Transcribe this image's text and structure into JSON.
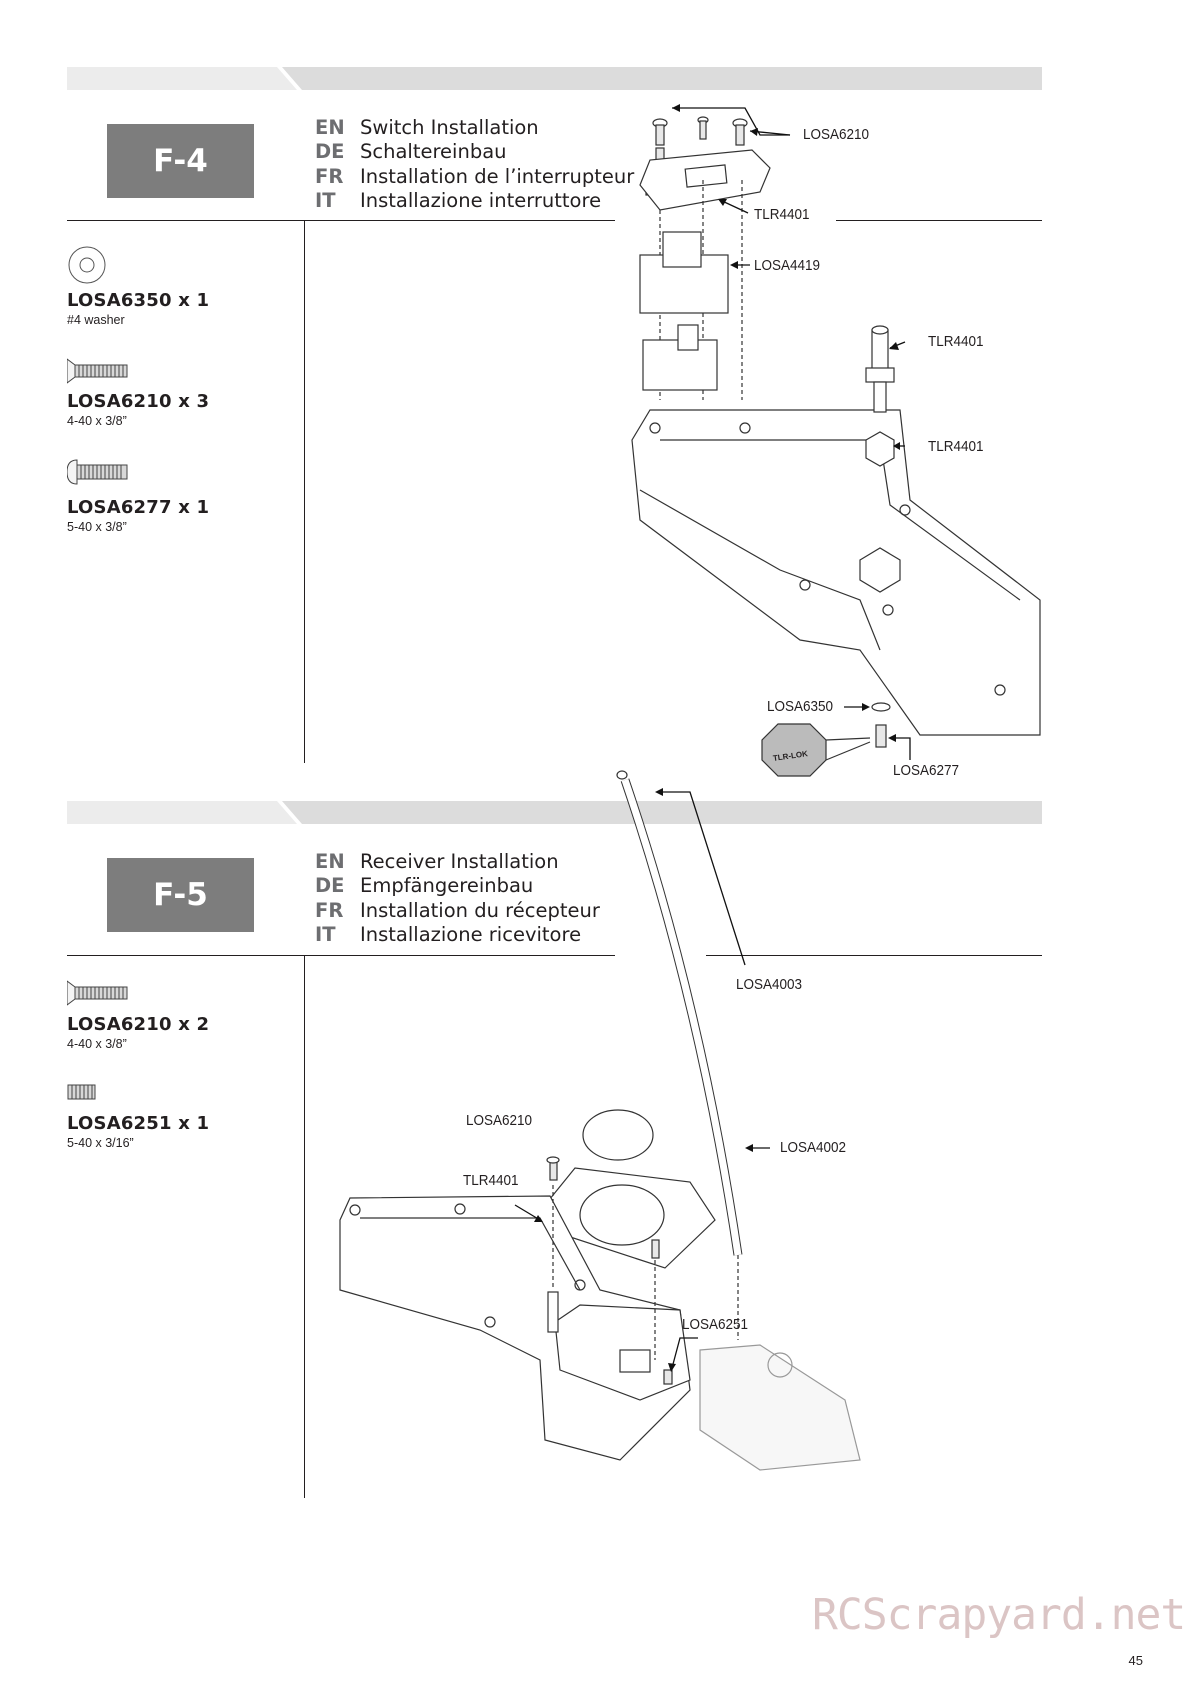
{
  "sections": [
    {
      "step": "F-4",
      "titles": [
        {
          "lang": "EN",
          "text": "Switch Installation"
        },
        {
          "lang": "DE",
          "text": "Schaltereinbau"
        },
        {
          "lang": "FR",
          "text": "Installation de l’interrupteur"
        },
        {
          "lang": "IT",
          "text": "Installazione interruttore"
        }
      ],
      "parts": [
        {
          "name": "LOSA6350 x 1",
          "desc": "#4 washer",
          "icon": "washer-icon"
        },
        {
          "name": "LOSA6210 x 3",
          "desc": "4-40 x 3/8”",
          "icon": "flathead-screw-icon"
        },
        {
          "name": "LOSA6277 x 1",
          "desc": "5-40 x 3/8”",
          "icon": "buttonhead-screw-icon"
        }
      ],
      "callouts": [
        "LOSA6210",
        "TLR4401",
        "LOSA4419",
        "TLR4401",
        "TLR4401",
        "LOSA6350",
        "LOSA6277"
      ],
      "tlr_lok": "TLR-LOK"
    },
    {
      "step": "F-5",
      "titles": [
        {
          "lang": "EN",
          "text": "Receiver Installation"
        },
        {
          "lang": "DE",
          "text": "Empfängereinbau"
        },
        {
          "lang": "FR",
          "text": "Installation du récepteur"
        },
        {
          "lang": "IT",
          "text": "Installazione ricevitore"
        }
      ],
      "parts": [
        {
          "name": "LOSA6210 x 2",
          "desc": "4-40 x 3/8”",
          "icon": "flathead-screw-icon"
        },
        {
          "name": "LOSA6251 x 1",
          "desc": "5-40 x 3/16”",
          "icon": "set-screw-icon"
        }
      ],
      "callouts": [
        "LOSA4003",
        "LOSA6210",
        "LOSA4002",
        "TLR4401",
        "LOSA6251"
      ]
    }
  ],
  "watermark": "RCScrapyard.net",
  "page_number": "45"
}
